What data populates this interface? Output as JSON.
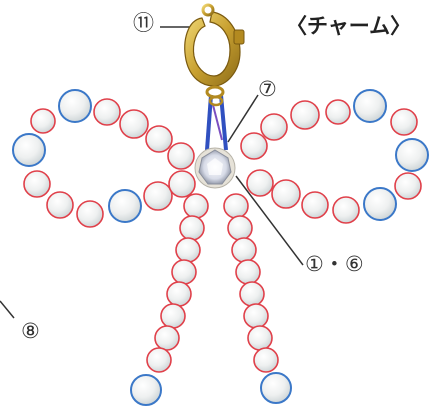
{
  "title": "〈チャーム〉",
  "labels": {
    "clasp": "⑪",
    "thread": "⑦",
    "center": "①・⑥",
    "end": "⑧"
  },
  "colors": {
    "pearl_fill": "#eef0f0",
    "pearl_highlight": "#ffffff",
    "small_bead_ring": "#e0404a",
    "large_bead_ring": "#3b78c8",
    "clasp_gold": "#c8a030",
    "thread_blue": "#3050c0",
    "leader_line": "#333333"
  }
}
